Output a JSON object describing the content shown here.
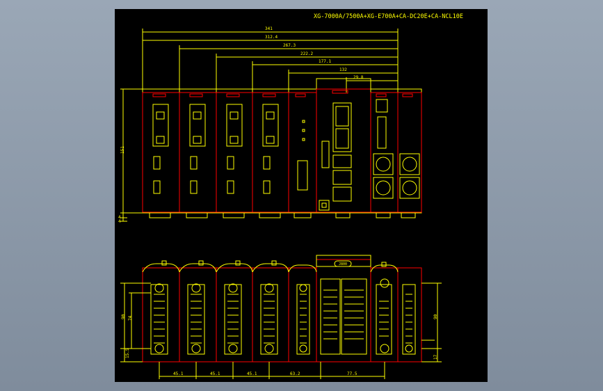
{
  "drawing": {
    "title": "XG-7000A/7500A+XG-E700A+CA-DC20E+CA-NCL10E",
    "background": "#000000",
    "line_color": "#ffff00",
    "outline_color": "#ff0000",
    "viewport_bg": "#8896a6"
  },
  "front_view": {
    "height_label": "151",
    "small_label_a": "4",
    "small_label_b": "4",
    "horizontal_dims": [
      "341",
      "312.4",
      "267.3",
      "222.2",
      "177.1",
      "132",
      "29.8"
    ]
  },
  "bottom_view": {
    "left_dims": [
      "90",
      "74",
      "15.5"
    ],
    "right_dims": [
      "90",
      "17"
    ],
    "module_pitches": [
      "45.1",
      "45.1",
      "45.1",
      "63.2",
      "77.5"
    ]
  }
}
